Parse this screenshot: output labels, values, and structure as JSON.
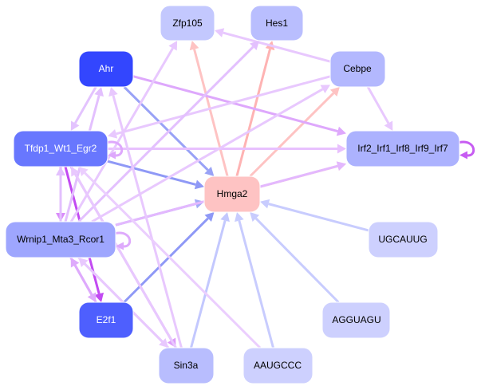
{
  "title": "Gene regulatory network",
  "nodes": [
    {
      "id": "Zfp105",
      "label": "Zfp105",
      "fill": "#c3c8fe",
      "text": "#000000"
    },
    {
      "id": "Hes1",
      "label": "Hes1",
      "fill": "#b9befe",
      "text": "#000000"
    },
    {
      "id": "Ahr",
      "label": "Ahr",
      "fill": "#3346fe",
      "text": "#ffffff"
    },
    {
      "id": "Cebpe",
      "label": "Cebpe",
      "fill": "#b3b8fe",
      "text": "#000000"
    },
    {
      "id": "Tfdp1_Wt1_Egr2",
      "label": "Tfdp1_Wt1_Egr2",
      "fill": "#6877fe",
      "text": "#ffffff"
    },
    {
      "id": "Irf2_Irf1_Irf8_Irf9_Irf7",
      "label": "Irf2_Irf1_Irf8_Irf9_Irf7",
      "fill": "#acb2fe",
      "text": "#000000"
    },
    {
      "id": "Hmga2",
      "label": "Hmga2",
      "fill": "#fec3c3",
      "text": "#000000"
    },
    {
      "id": "Wrnip1_Mta3_Rcor1",
      "label": "Wrnip1_Mta3_Rcor1",
      "fill": "#9ea6fe",
      "text": "#000000"
    },
    {
      "id": "UGCAUUG",
      "label": "UGCAUUG",
      "fill": "#cdd0fe",
      "text": "#000000"
    },
    {
      "id": "E2f1",
      "label": "E2f1",
      "fill": "#4e5ffe",
      "text": "#ffffff"
    },
    {
      "id": "AGGUAGU",
      "label": "AGGUAGU",
      "fill": "#cdd0fe",
      "text": "#000000"
    },
    {
      "id": "Sin3a",
      "label": "Sin3a",
      "fill": "#b8bdfe",
      "text": "#000000"
    },
    {
      "id": "AAUGCCC",
      "label": "AAUGCCC",
      "fill": "#cdd0fe",
      "text": "#000000"
    }
  ],
  "edges": [
    {
      "from": "Hmga2",
      "to": "Zfp105",
      "color": "#fec3c3"
    },
    {
      "from": "Hmga2",
      "to": "Hes1",
      "color": "#feb3b3"
    },
    {
      "from": "Hmga2",
      "to": "Cebpe",
      "color": "#fec3c3"
    },
    {
      "from": "Hmga2",
      "to": "Irf2_Irf1_Irf8_Irf9_Irf7",
      "color": "#fecaca"
    },
    {
      "from": "Ahr",
      "to": "Hmga2",
      "color": "#99a2f6"
    },
    {
      "from": "Tfdp1_Wt1_Egr2",
      "to": "Hmga2",
      "color": "#8f99f6"
    },
    {
      "from": "Wrnip1_Mta3_Rcor1",
      "to": "Hmga2",
      "color": "#a3abf8"
    },
    {
      "from": "E2f1",
      "to": "Hmga2",
      "color": "#8f99f6"
    },
    {
      "from": "Sin3a",
      "to": "Hmga2",
      "color": "#c3c8fe"
    },
    {
      "from": "AAUGCCC",
      "to": "Hmga2",
      "color": "#c8ccfe"
    },
    {
      "from": "AGGUAGU",
      "to": "Hmga2",
      "color": "#c8ccfe"
    },
    {
      "from": "UGCAUUG",
      "to": "Hmga2",
      "color": "#c8ccfe"
    },
    {
      "from": "Ahr",
      "to": "Tfdp1_Wt1_Egr2",
      "color": "#e3c3fe"
    },
    {
      "from": "Ahr",
      "to": "Irf2_Irf1_Irf8_Irf9_Irf7",
      "color": "#dea8fc"
    },
    {
      "from": "Cebpe",
      "to": "Zfp105",
      "color": "#e8c8fe"
    },
    {
      "from": "Cebpe",
      "to": "Tfdp1_Wt1_Egr2",
      "color": "#e8c8fe"
    },
    {
      "from": "Cebpe",
      "to": "Irf2_Irf1_Irf8_Irf9_Irf7",
      "color": "#e8c8fe"
    },
    {
      "from": "Tfdp1_Wt1_Egr2",
      "to": "Irf2_Irf1_Irf8_Irf9_Irf7",
      "color": "#e8c0fe"
    },
    {
      "from": "Tfdp1_Wt1_Egr2",
      "to": "Wrnip1_Mta3_Rcor1",
      "color": "#d98bfa"
    },
    {
      "from": "Tfdp1_Wt1_Egr2",
      "to": "E2f1",
      "color": "#c24af2"
    },
    {
      "from": "Tfdp1_Wt1_Egr2",
      "to": "Sin3a",
      "color": "#dd9cfa"
    },
    {
      "from": "Wrnip1_Mta3_Rcor1",
      "to": "Irf2_Irf1_Irf8_Irf9_Irf7",
      "color": "#e3b8fe"
    },
    {
      "from": "Wrnip1_Mta3_Rcor1",
      "to": "Cebpe",
      "color": "#e8c8fe"
    },
    {
      "from": "Wrnip1_Mta3_Rcor1",
      "to": "Hes1",
      "color": "#e3c0fe"
    },
    {
      "from": "Wrnip1_Mta3_Rcor1",
      "to": "Zfp105",
      "color": "#e8c8fe"
    },
    {
      "from": "Wrnip1_Mta3_Rcor1",
      "to": "Ahr",
      "color": "#e3c0fe"
    },
    {
      "from": "Wrnip1_Mta3_Rcor1",
      "to": "Tfdp1_Wt1_Egr2",
      "color": "#e3c0fe"
    },
    {
      "from": "Wrnip1_Mta3_Rcor1",
      "to": "E2f1",
      "color": "#deaafc"
    },
    {
      "from": "E2f1",
      "to": "Wrnip1_Mta3_Rcor1",
      "color": "#deaafc"
    },
    {
      "from": "Wrnip1_Mta3_Rcor1",
      "to": "Sin3a",
      "color": "#e8c8fe"
    },
    {
      "from": "Sin3a",
      "to": "Wrnip1_Mta3_Rcor1",
      "color": "#e8c8fe"
    },
    {
      "from": "Sin3a",
      "to": "Ahr",
      "color": "#e8c8fe"
    },
    {
      "from": "Sin3a",
      "to": "Tfdp1_Wt1_Egr2",
      "color": "#e8c8fe"
    },
    {
      "from": "AAUGCCC",
      "to": "Tfdp1_Wt1_Egr2",
      "color": "#ebcefe"
    },
    {
      "from": "Tfdp1_Wt1_Egr2",
      "to": "Tfdp1_Wt1_Egr2",
      "color": "#dea8fc",
      "self": true
    },
    {
      "from": "Wrnip1_Mta3_Rcor1",
      "to": "Wrnip1_Mta3_Rcor1",
      "color": "#deaafc",
      "self": true
    },
    {
      "from": "Irf2_Irf1_Irf8_Irf9_Irf7",
      "to": "Irf2_Irf1_Irf8_Irf9_Irf7",
      "color": "#c75cf2",
      "self": true
    }
  ]
}
